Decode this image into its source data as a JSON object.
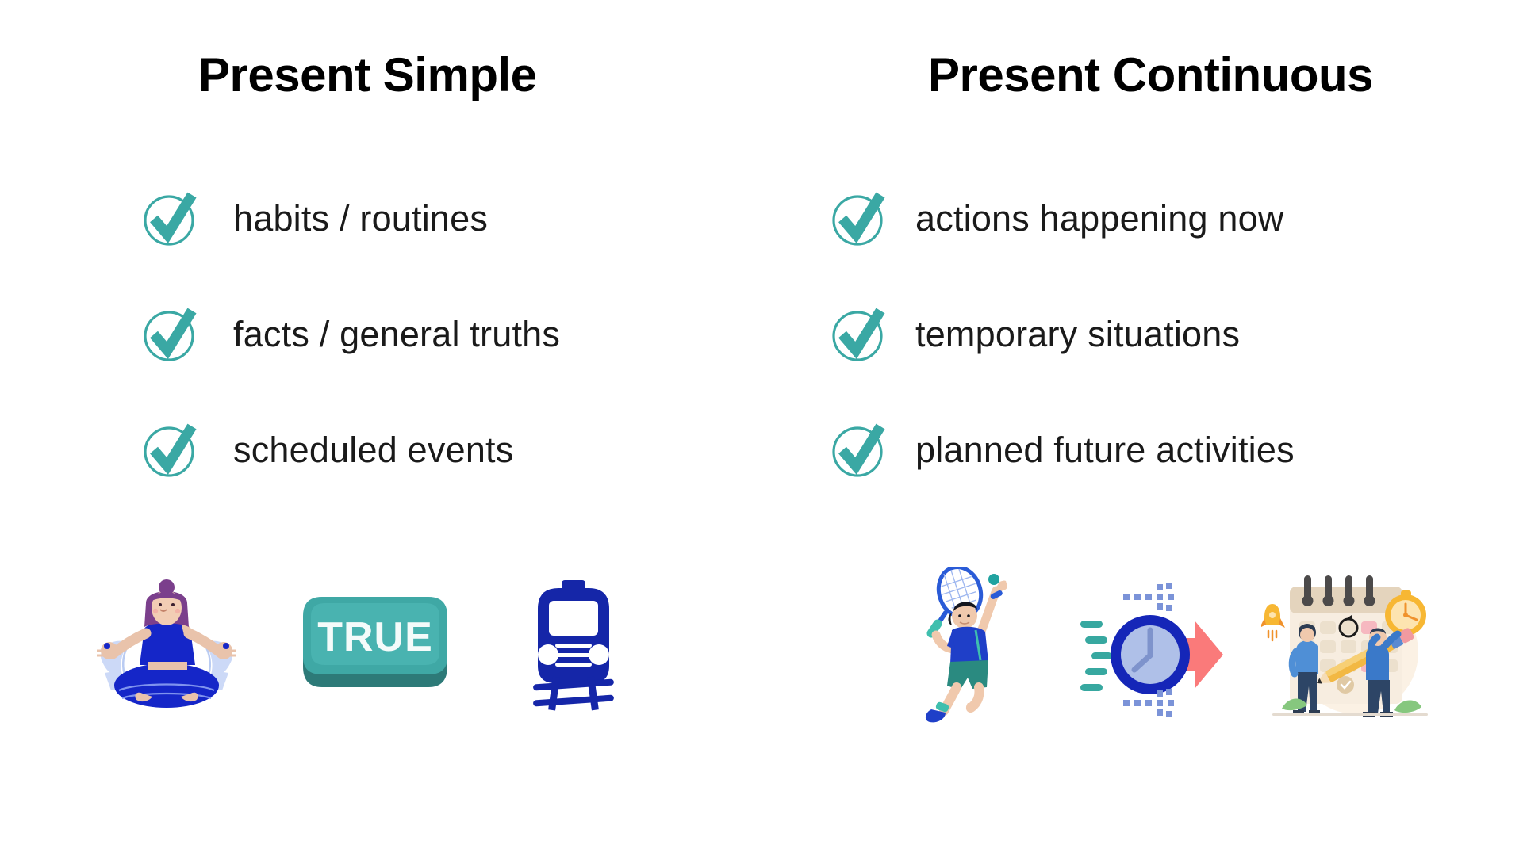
{
  "slide": {
    "background_color": "#ffffff",
    "accent_teal": "#3aa8a4",
    "accent_blue": "#1526a8",
    "accent_coral": "#fa7a7a"
  },
  "columns": [
    {
      "id": "present-simple",
      "title": "Present Simple",
      "items": [
        {
          "icon": "check-circle-icon",
          "label": "habits / routines"
        },
        {
          "icon": "check-circle-icon",
          "label": "facts / general truths"
        },
        {
          "icon": "check-circle-icon",
          "label": "scheduled events"
        }
      ],
      "illustrations": [
        {
          "name": "meditation-yoga-illustration",
          "alt": "woman meditating in lotus pose"
        },
        {
          "name": "true-key-button-illustration",
          "alt": "TRUE key button",
          "label": "TRUE"
        },
        {
          "name": "train-icon",
          "alt": "front view of a train on tracks"
        }
      ]
    },
    {
      "id": "present-continuous",
      "title": "Present Continuous",
      "items": [
        {
          "icon": "check-circle-icon",
          "label": "actions happening now"
        },
        {
          "icon": "check-circle-icon",
          "label": "temporary situations"
        },
        {
          "icon": "check-circle-icon",
          "label": "planned future activities"
        }
      ],
      "illustrations": [
        {
          "name": "tennis-player-illustration",
          "alt": "tennis player serving"
        },
        {
          "name": "clock-arrow-illustration",
          "alt": "clock with forward arrow"
        },
        {
          "name": "calendar-planning-illustration",
          "alt": "two people planning on a calendar"
        }
      ]
    }
  ]
}
